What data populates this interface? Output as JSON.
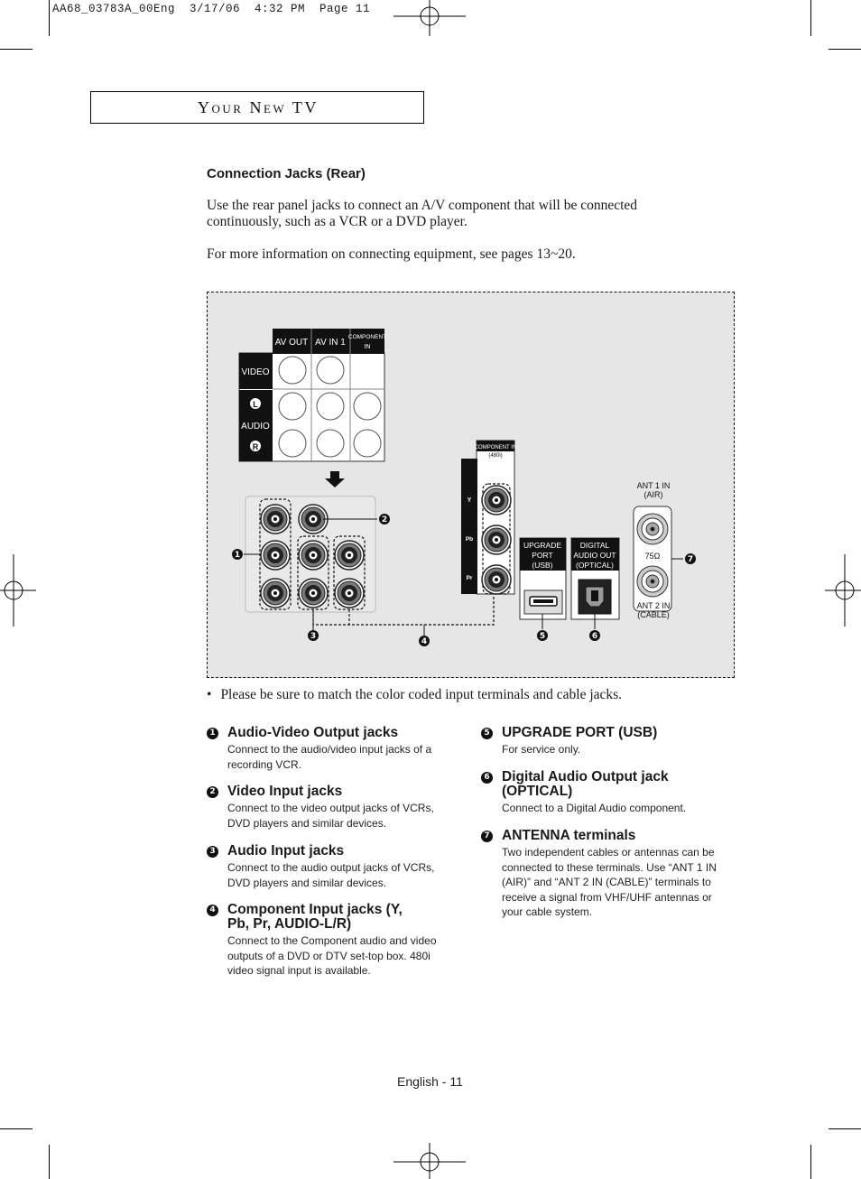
{
  "print_header": "AA68_03783A_00Eng  3/17/06  4:32 PM  Page 11",
  "section_title": "Your New TV",
  "heading": "Connection Jacks (Rear)",
  "intro": "Use the rear panel jacks to connect an A/V component that will be connected continuously, such as a VCR or a DVD player.",
  "more_info": "For more information on connecting equipment, see pages 13~20.",
  "diagram": {
    "panel_labels": {
      "av_out": "AV OUT",
      "av_in": "AV IN 1",
      "component_in_1": "COMPONENT",
      "component_in_2": "IN",
      "video": "VIDEO",
      "audio": "AUDIO",
      "l": "L",
      "r": "R",
      "comp480_1": "COMPONENT IN",
      "comp480_2": "(480i)",
      "y": "Y",
      "pb": "Pb",
      "pr": "Pr",
      "upgrade_1": "UPGRADE",
      "upgrade_2": "PORT",
      "upgrade_3": "(USB)",
      "digital_1": "DIGITAL",
      "digital_2": "AUDIO OUT",
      "digital_3": "(OPTICAL)",
      "ant1_1": "ANT 1 IN",
      "ant1_2": "(AIR)",
      "ohm": "75Ω",
      "ant2_1": "ANT 2 IN",
      "ant2_2": "(CABLE)"
    },
    "callouts": [
      "1",
      "2",
      "3",
      "4",
      "5",
      "6",
      "7"
    ]
  },
  "note": "Please be sure to match the color coded input terminals and cable jacks.",
  "bullet": "•",
  "items": [
    {
      "num": "1",
      "title": "Audio-Video Output jacks",
      "desc": "Connect to the audio/video input jacks of a recording VCR."
    },
    {
      "num": "2",
      "title": "Video Input jacks",
      "desc": "Connect to the video output jacks of VCRs, DVD players and similar devices."
    },
    {
      "num": "3",
      "title": "Audio Input jacks",
      "desc": "Connect to the audio output jacks of VCRs, DVD players and similar devices."
    },
    {
      "num": "4",
      "title": "Component Input jacks (Y, Pb, Pr, AUDIO-L/R)",
      "desc": "Connect to the Component audio and video outputs of a DVD or DTV set-top box. 480i video signal input is available."
    },
    {
      "num": "5",
      "title": "UPGRADE PORT (USB)",
      "desc": "For service only."
    },
    {
      "num": "6",
      "title": "Digital Audio Output jack (OPTICAL)",
      "desc": "Connect to a Digital Audio component."
    },
    {
      "num": "7",
      "title": "ANTENNA terminals",
      "desc": "Two independent cables or antennas can be connected to these terminals. Use “ANT 1 IN (AIR)” and “ANT 2 IN (CABLE)” terminals to receive a signal from VHF/UHF antennas or your cable system."
    }
  ],
  "footer": "English - 11"
}
